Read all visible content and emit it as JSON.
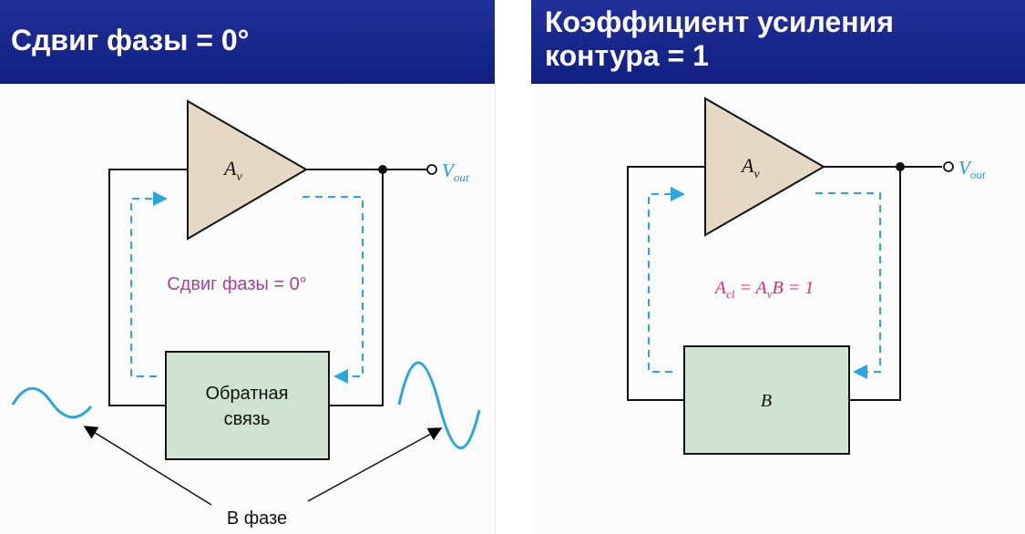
{
  "left_panel": {
    "title": "Сдвиг фазы = 0°",
    "amplifier_label": "A",
    "amplifier_sub": "v",
    "output_label": "V",
    "output_sub": "out",
    "condition_text": "Сдвиг фазы = 0°",
    "feedback_label_line1": "Обратная",
    "feedback_label_line2": "связь",
    "in_phase_label": "В фазе"
  },
  "right_panel": {
    "title_line1": "Коэффициент усиления",
    "title_line2": "контура = 1",
    "amplifier_label": "A",
    "amplifier_sub": "v",
    "output_label": "V",
    "output_sub": "out",
    "gain_a": "A",
    "gain_a_sub": "cl",
    "gain_eq": " = ",
    "gain_av": "A",
    "gain_av_sub": "v",
    "gain_b": "B = 1",
    "feedback_label": "B"
  },
  "colors": {
    "header_bg": "#16258a",
    "amplifier_fill": "#e5d9c4",
    "feedback_fill": "#cfe3d1",
    "loop_arrow": "#2aa6de",
    "condition_text": "#a0459a",
    "gain_text": "#e0267c",
    "output_text": "#1b9ad6"
  }
}
